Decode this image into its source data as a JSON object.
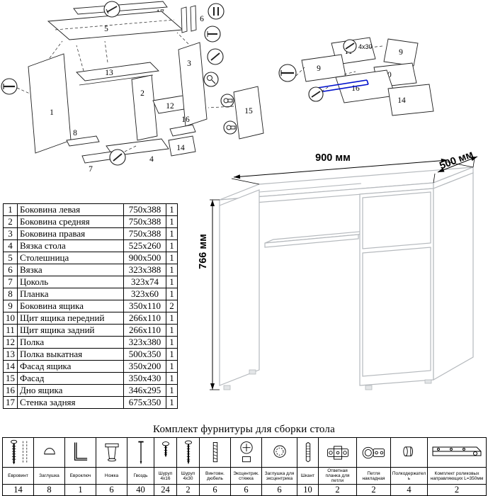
{
  "exploded_main": {
    "labels": {
      "n1": "1",
      "n2": "2",
      "n3": "3",
      "n4": "4",
      "n5": "5",
      "n6": "6",
      "n7": "7",
      "n8": "8",
      "n12": "12",
      "n13": "13",
      "n14": "14",
      "n15": "15",
      "n16": "16",
      "n17": "17"
    }
  },
  "exploded_drawer": {
    "labels": {
      "n9a": "9",
      "n9b": "9",
      "n10": "10",
      "n11": "11",
      "n14": "14",
      "n16": "16"
    },
    "screw_note": "4x30"
  },
  "desk": {
    "dim_width": "900 мм",
    "dim_depth": "500 мм",
    "dim_height": "766 мм"
  },
  "parts_table": {
    "rows": [
      {
        "num": "1",
        "name": "Боковина левая",
        "size": "750x388",
        "qty": "1"
      },
      {
        "num": "2",
        "name": "Боковина средняя",
        "size": "750x388",
        "qty": "1"
      },
      {
        "num": "3",
        "name": "Боковина правая",
        "size": "750x388",
        "qty": "1"
      },
      {
        "num": "4",
        "name": "Вязка стола",
        "size": "525x260",
        "qty": "1"
      },
      {
        "num": "5",
        "name": "Столешница",
        "size": "900x500",
        "qty": "1"
      },
      {
        "num": "6",
        "name": "Вязка",
        "size": "323x388",
        "qty": "1"
      },
      {
        "num": "7",
        "name": "Цоколь",
        "size": "323x74",
        "qty": "1"
      },
      {
        "num": "8",
        "name": "Планка",
        "size": "323x60",
        "qty": "1"
      },
      {
        "num": "9",
        "name": "Боковина ящика",
        "size": "350x110",
        "qty": "2"
      },
      {
        "num": "10",
        "name": "Щит ящика передний",
        "size": "266x110",
        "qty": "1"
      },
      {
        "num": "11",
        "name": "Щит ящика задний",
        "size": "266x110",
        "qty": "1"
      },
      {
        "num": "12",
        "name": "Полка",
        "size": "323x380",
        "qty": "1"
      },
      {
        "num": "13",
        "name": "Полка выкатная",
        "size": "500x350",
        "qty": "1"
      },
      {
        "num": "14",
        "name": "Фасад ящика",
        "size": "350x200",
        "qty": "1"
      },
      {
        "num": "15",
        "name": "Фасад",
        "size": "350x430",
        "qty": "1"
      },
      {
        "num": "16",
        "name": "Дно ящика",
        "size": "346x295",
        "qty": "1"
      },
      {
        "num": "17",
        "name": "Стенка задняя",
        "size": "675x350",
        "qty": "1"
      }
    ]
  },
  "hardware": {
    "title": "Комплект фурнитуры для сборки стола",
    "items": [
      {
        "name": "Евровинт",
        "qty": "14"
      },
      {
        "name": "Заглушка",
        "qty": "8"
      },
      {
        "name": "Евроключ",
        "qty": "1"
      },
      {
        "name": "Ножка",
        "qty": "6"
      },
      {
        "name": "Гвоздь",
        "qty": "40"
      },
      {
        "name": "Шуруп 4x16",
        "qty": "24"
      },
      {
        "name": "Шуруп 4x30",
        "qty": "2"
      },
      {
        "name": "Винтовн. дюбель",
        "qty": "6"
      },
      {
        "name": "Эксцентрик. стяжка",
        "qty": "6"
      },
      {
        "name": "Заглушка для эксцентрика",
        "qty": "6"
      },
      {
        "name": "Шкант",
        "qty": "10"
      },
      {
        "name": "Ответная планка для петли",
        "qty": "2"
      },
      {
        "name": "Петля накладная",
        "qty": "2"
      },
      {
        "name": "Полкодержатель",
        "qty": "4"
      },
      {
        "name": "Комплект роликовых направляющих L=350мм",
        "qty": "2"
      }
    ]
  }
}
